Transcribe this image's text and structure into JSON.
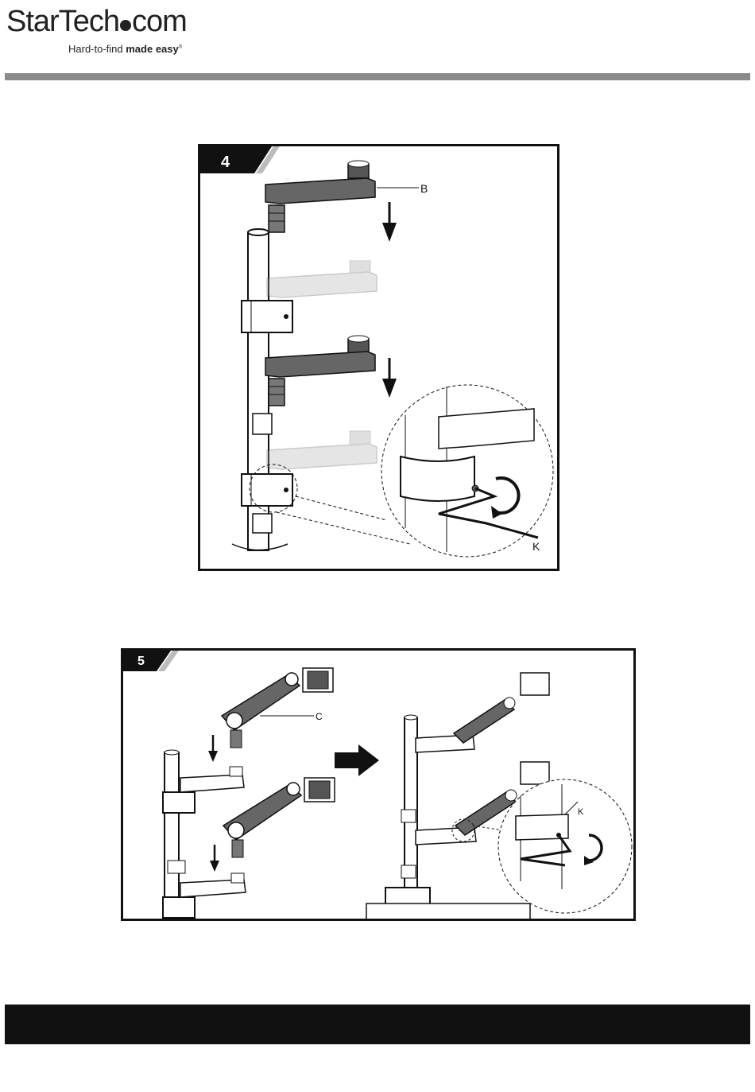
{
  "brand": {
    "name_prefix": "StarTech",
    "name_suffix": "com",
    "tagline_light": "Hard-to-find ",
    "tagline_bold": "made easy",
    "registered": "®"
  },
  "figures": [
    {
      "step": "4",
      "callouts": [
        "B",
        "K"
      ]
    },
    {
      "step": "5",
      "callouts": [
        "C",
        "K"
      ]
    }
  ],
  "colors": {
    "rule": "#8a8a8a",
    "footer": "#111111",
    "ink": "#111111"
  }
}
